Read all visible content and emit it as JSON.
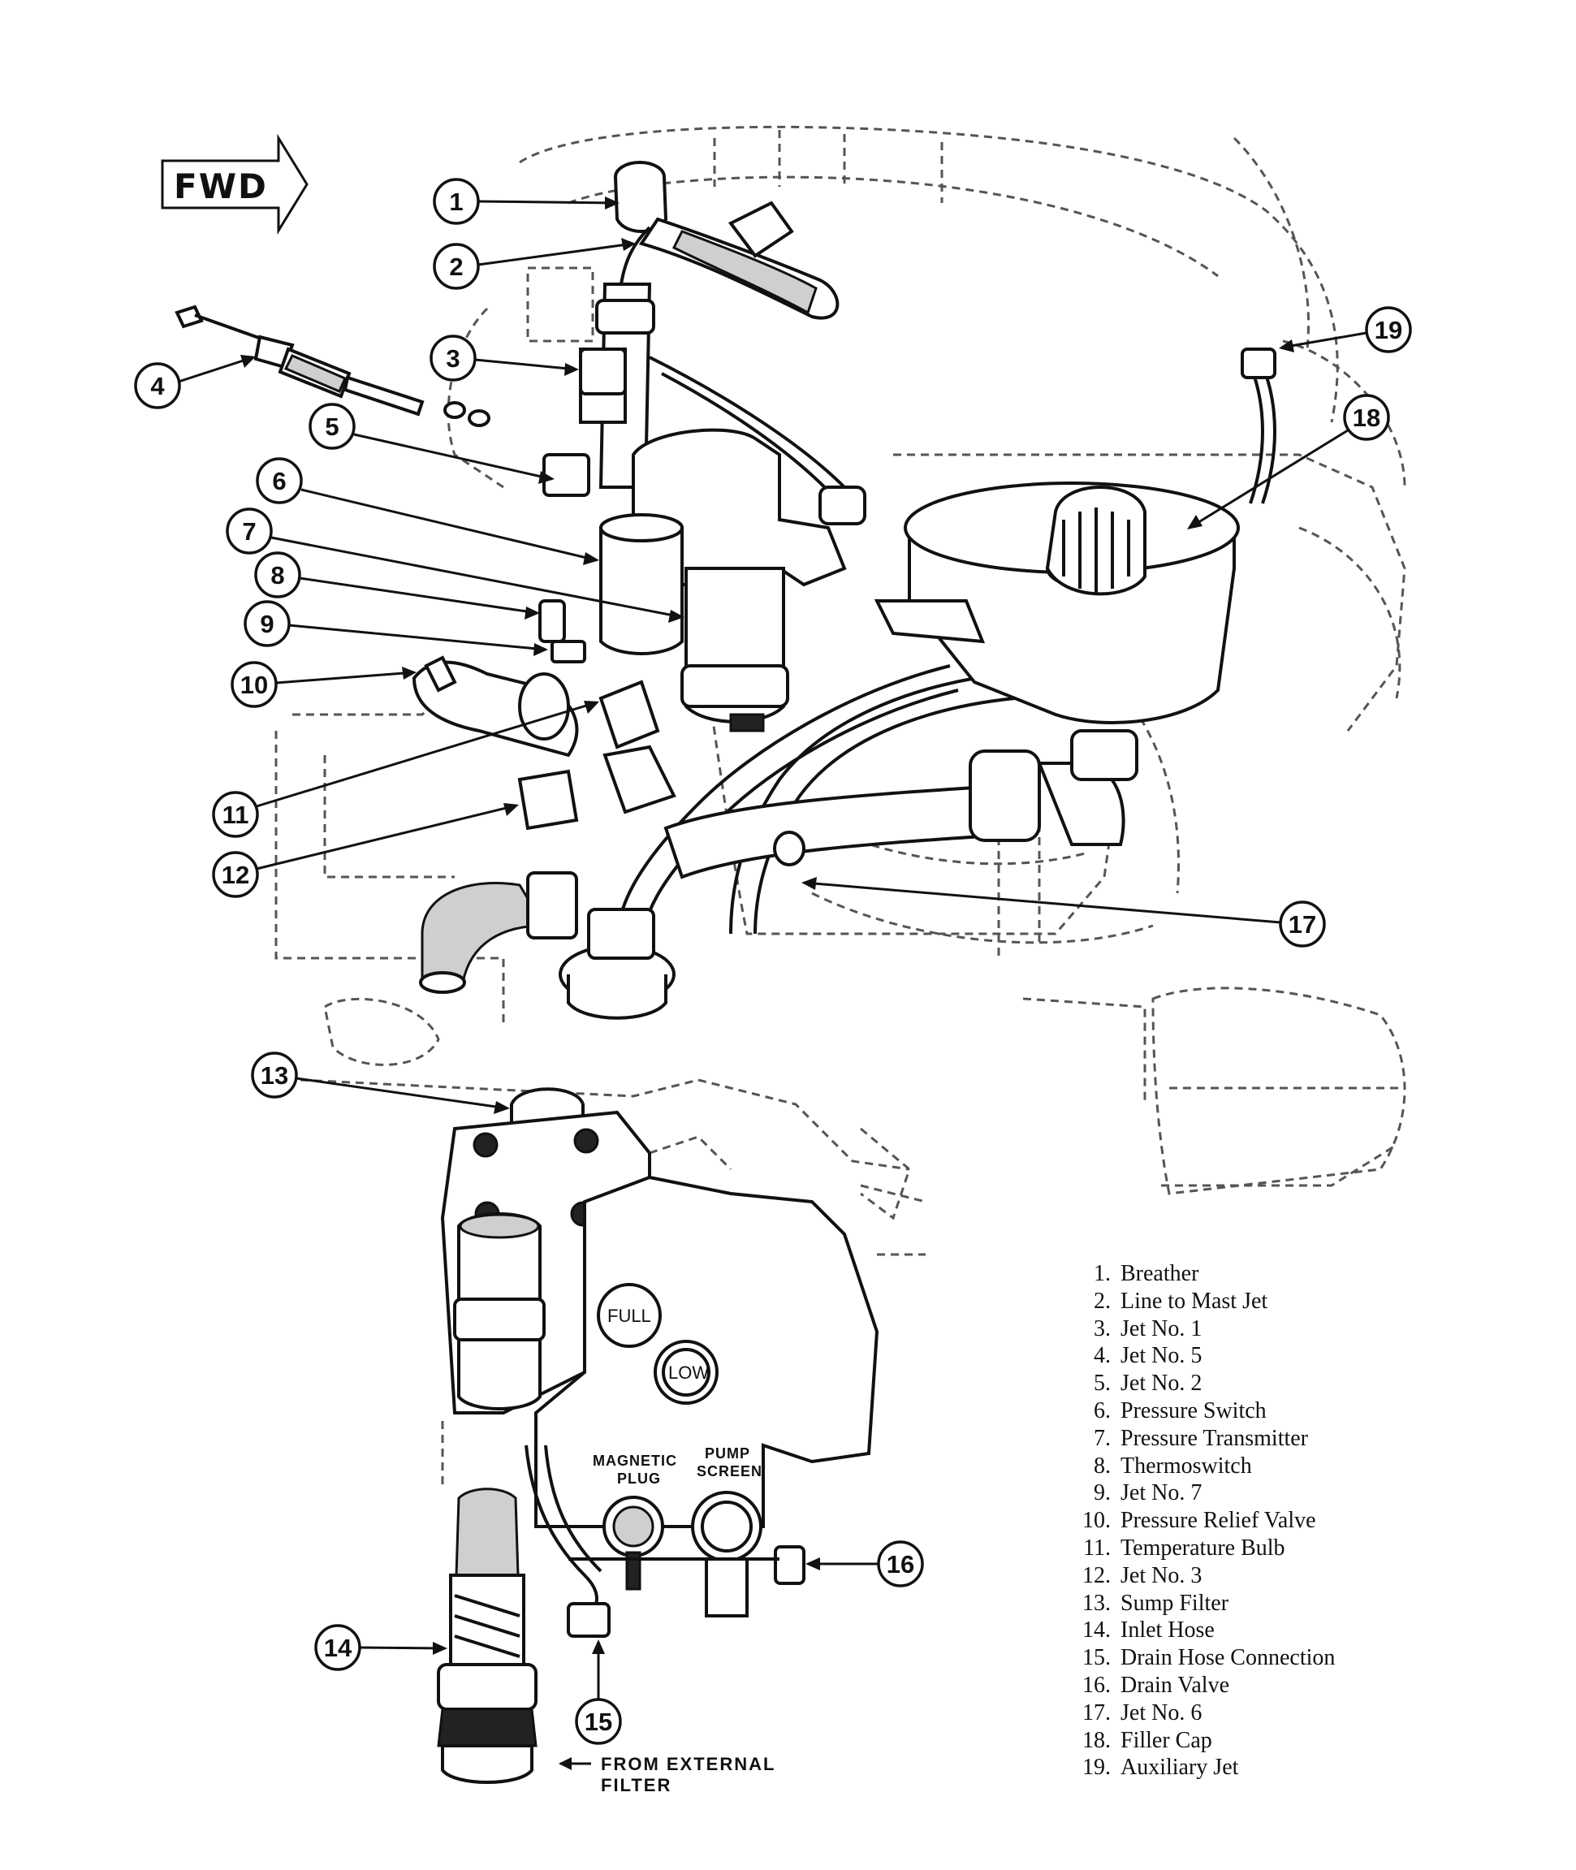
{
  "direction_label": "FWD",
  "callouts": [
    "1",
    "2",
    "3",
    "4",
    "5",
    "6",
    "7",
    "8",
    "9",
    "10",
    "11",
    "12",
    "13",
    "14",
    "15",
    "16",
    "17",
    "18",
    "19"
  ],
  "legend": [
    {
      "num": "1.",
      "text": "Breather"
    },
    {
      "num": "2.",
      "text": "Line to Mast Jet"
    },
    {
      "num": "3.",
      "text": "Jet No. 1"
    },
    {
      "num": "4.",
      "text": "Jet No. 5"
    },
    {
      "num": "5.",
      "text": "Jet No. 2"
    },
    {
      "num": "6.",
      "text": "Pressure Switch"
    },
    {
      "num": "7.",
      "text": "Pressure Transmitter"
    },
    {
      "num": "8.",
      "text": "Thermoswitch"
    },
    {
      "num": "9.",
      "text": "Jet No. 7"
    },
    {
      "num": "10.",
      "text": "Pressure Relief Valve"
    },
    {
      "num": "11.",
      "text": "Temperature Bulb"
    },
    {
      "num": "12.",
      "text": "Jet No. 3"
    },
    {
      "num": "13.",
      "text": "Sump Filter"
    },
    {
      "num": "14.",
      "text": "Inlet Hose"
    },
    {
      "num": "15.",
      "text": "Drain Hose Connection"
    },
    {
      "num": "16.",
      "text": "Drain Valve"
    },
    {
      "num": "17.",
      "text": "Jet No. 6"
    },
    {
      "num": "18.",
      "text": "Filler Cap"
    },
    {
      "num": "19.",
      "text": "Auxiliary Jet"
    }
  ],
  "sump_labels": {
    "full": "FULL",
    "low": "LOW",
    "magnetic_plug_line1": "MAGNETIC",
    "magnetic_plug_line2": "PLUG",
    "pump_screen_line1": "PUMP",
    "pump_screen_line2": "SCREEN"
  },
  "inlet_note_line1": "FROM  EXTERNAL",
  "inlet_note_line2": "FILTER"
}
